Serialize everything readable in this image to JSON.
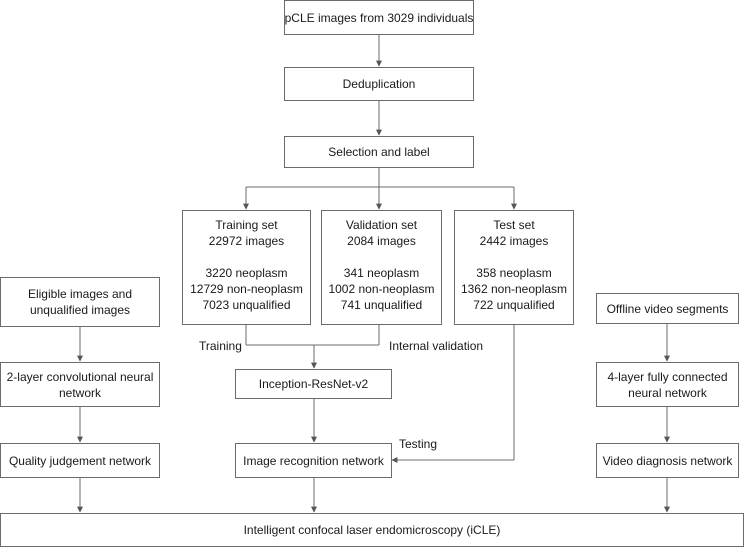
{
  "nodes": {
    "source": "pCLE images from 3029 individuals",
    "dedup": "Deduplication",
    "selection": "Selection and label",
    "training": {
      "title": "Training set",
      "count": "22972 images",
      "neoplasm": "3220 neoplasm",
      "non_neoplasm": "12729 non-neoplasm",
      "unqualified": "7023 unqualified"
    },
    "validation": {
      "title": "Validation set",
      "count": "2084 images",
      "neoplasm": "341 neoplasm",
      "non_neoplasm": "1002 non-neoplasm",
      "unqualified": "741 unqualified"
    },
    "test": {
      "title": "Test set",
      "count": "2442 images",
      "neoplasm": "358 neoplasm",
      "non_neoplasm": "1362 non-neoplasm",
      "unqualified": "722 unqualified"
    },
    "eligible": [
      "Eligible images and",
      "unqualified images"
    ],
    "cnn2": [
      "2-layer convolutional neural",
      "network"
    ],
    "quality": "Quality judgement network",
    "inception": "Inception-ResNet-v2",
    "recognition": "Image recognition network",
    "offline": "Offline video segments",
    "fc4": [
      "4-layer fully connected",
      "neural network"
    ],
    "video": "Video diagnosis network",
    "icle": "Intelligent confocal laser endomicroscopy (iCLE)"
  },
  "edge_labels": {
    "training": "Training",
    "internal_validation": "Internal validation",
    "testing": "Testing"
  }
}
